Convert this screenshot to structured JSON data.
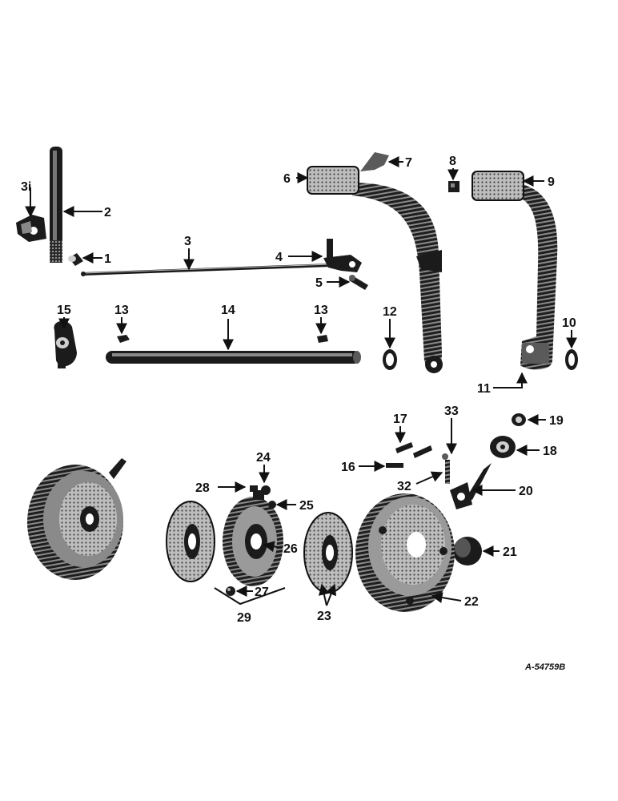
{
  "figure": {
    "drawing_number": "A-54759B"
  },
  "callouts": {
    "c1": "1",
    "c2": "2",
    "c3": "3",
    "c3i": "3i",
    "c4": "4",
    "c5": "5",
    "c6": "6",
    "c7": "7",
    "c8": "8",
    "c9": "9",
    "c10": "10",
    "c11": "11",
    "c12": "12",
    "c13a": "13",
    "c13b": "13",
    "c14": "14",
    "c15": "15",
    "c16": "16",
    "c17": "17",
    "c18": "18",
    "c19": "19",
    "c20": "20",
    "c21": "21",
    "c22": "22",
    "c23": "23",
    "c24": "24",
    "c25": "25",
    "c26": "26",
    "c27": "27",
    "c28": "28",
    "c29": "29",
    "c32": "32",
    "c33": "33"
  },
  "icons": {
    "brake_rod": "rod",
    "pedal": "pedal",
    "brake_drum": "drum",
    "brake_disc": "disc"
  }
}
